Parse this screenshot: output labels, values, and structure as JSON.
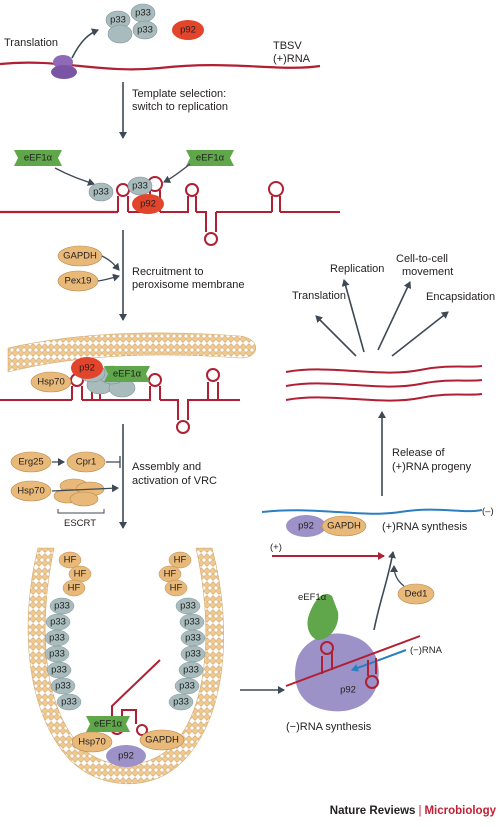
{
  "labels": {
    "translation": "Translation",
    "tbsv_line1": "TBSV",
    "tbsv_line2": "(+)RNA",
    "template_selection_line1": "Template selection:",
    "template_selection_line2": "switch to replication",
    "recruitment_line1": "Recruitment to",
    "recruitment_line2": "peroxisome membrane",
    "assembly_line1": "Assembly and",
    "assembly_line2": "activation of VRC",
    "escrt": "ESCRT",
    "minus_rna": "(−)RNA",
    "minus_rna_synthesis": "(−)RNA synthesis",
    "plus_rna_synthesis": "(+)RNA synthesis",
    "plus_sign": "(+)",
    "minus_sign": "(–)",
    "release_line1": "Release of",
    "release_line2": "(+)RNA progeny",
    "out_translation": "Translation",
    "out_replication": "Replication",
    "out_cell_line1": "Cell-to-cell",
    "out_cell_line2": "movement",
    "out_encapsidation": "Encapsidation"
  },
  "proteins": {
    "p33": "p33",
    "p92": "p92",
    "eef1a": "eEF1α",
    "gapdh": "GAPDH",
    "pex19": "Pex19",
    "hsp70": "Hsp70",
    "erg25": "Erg25",
    "cpr1": "Cpr1",
    "hf": "HF",
    "ded1": "Ded1"
  },
  "credit": {
    "journal": "Nature Reviews",
    "separator": "|",
    "section": "Microbiology"
  },
  "colors": {
    "rna": "#b01f32",
    "p33": "#a8bcbe",
    "p92_red": "#e2452b",
    "p92_purple": "#9d92c7",
    "eef1a": "#5fa74a",
    "tan": "#e9b979",
    "membrane": "#f0c98c",
    "arrow": "#3d4a55",
    "minus_strand": "#2b7fc0"
  }
}
